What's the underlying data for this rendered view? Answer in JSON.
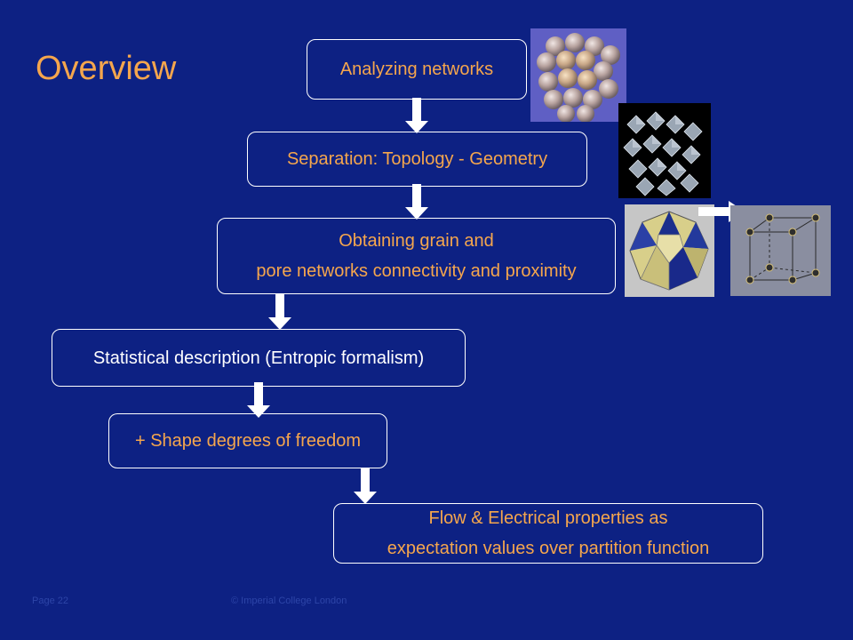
{
  "slide": {
    "title": "Overview",
    "steps": [
      {
        "lines": [
          "Analyzing networks"
        ]
      },
      {
        "lines": [
          "Separation: Topology - Geometry"
        ]
      },
      {
        "lines": [
          "Obtaining grain and",
          "pore networks connectivity and proximity"
        ]
      },
      {
        "lines": [
          "Statistical description (Entropic formalism)"
        ]
      },
      {
        "lines": [
          "+ Shape degrees of freedom"
        ]
      },
      {
        "lines": [
          "Flow & Electrical properties as",
          "expectation  values over partition function"
        ]
      }
    ],
    "footer": {
      "page": "Page 22",
      "copyright": "© Imperial College London"
    }
  },
  "colors": {
    "background": "#0d2183",
    "accent": "#f5a64d",
    "box_border": "#ffffff"
  },
  "icons": [
    "down-arrow-icon",
    "right-arrow-icon"
  ]
}
